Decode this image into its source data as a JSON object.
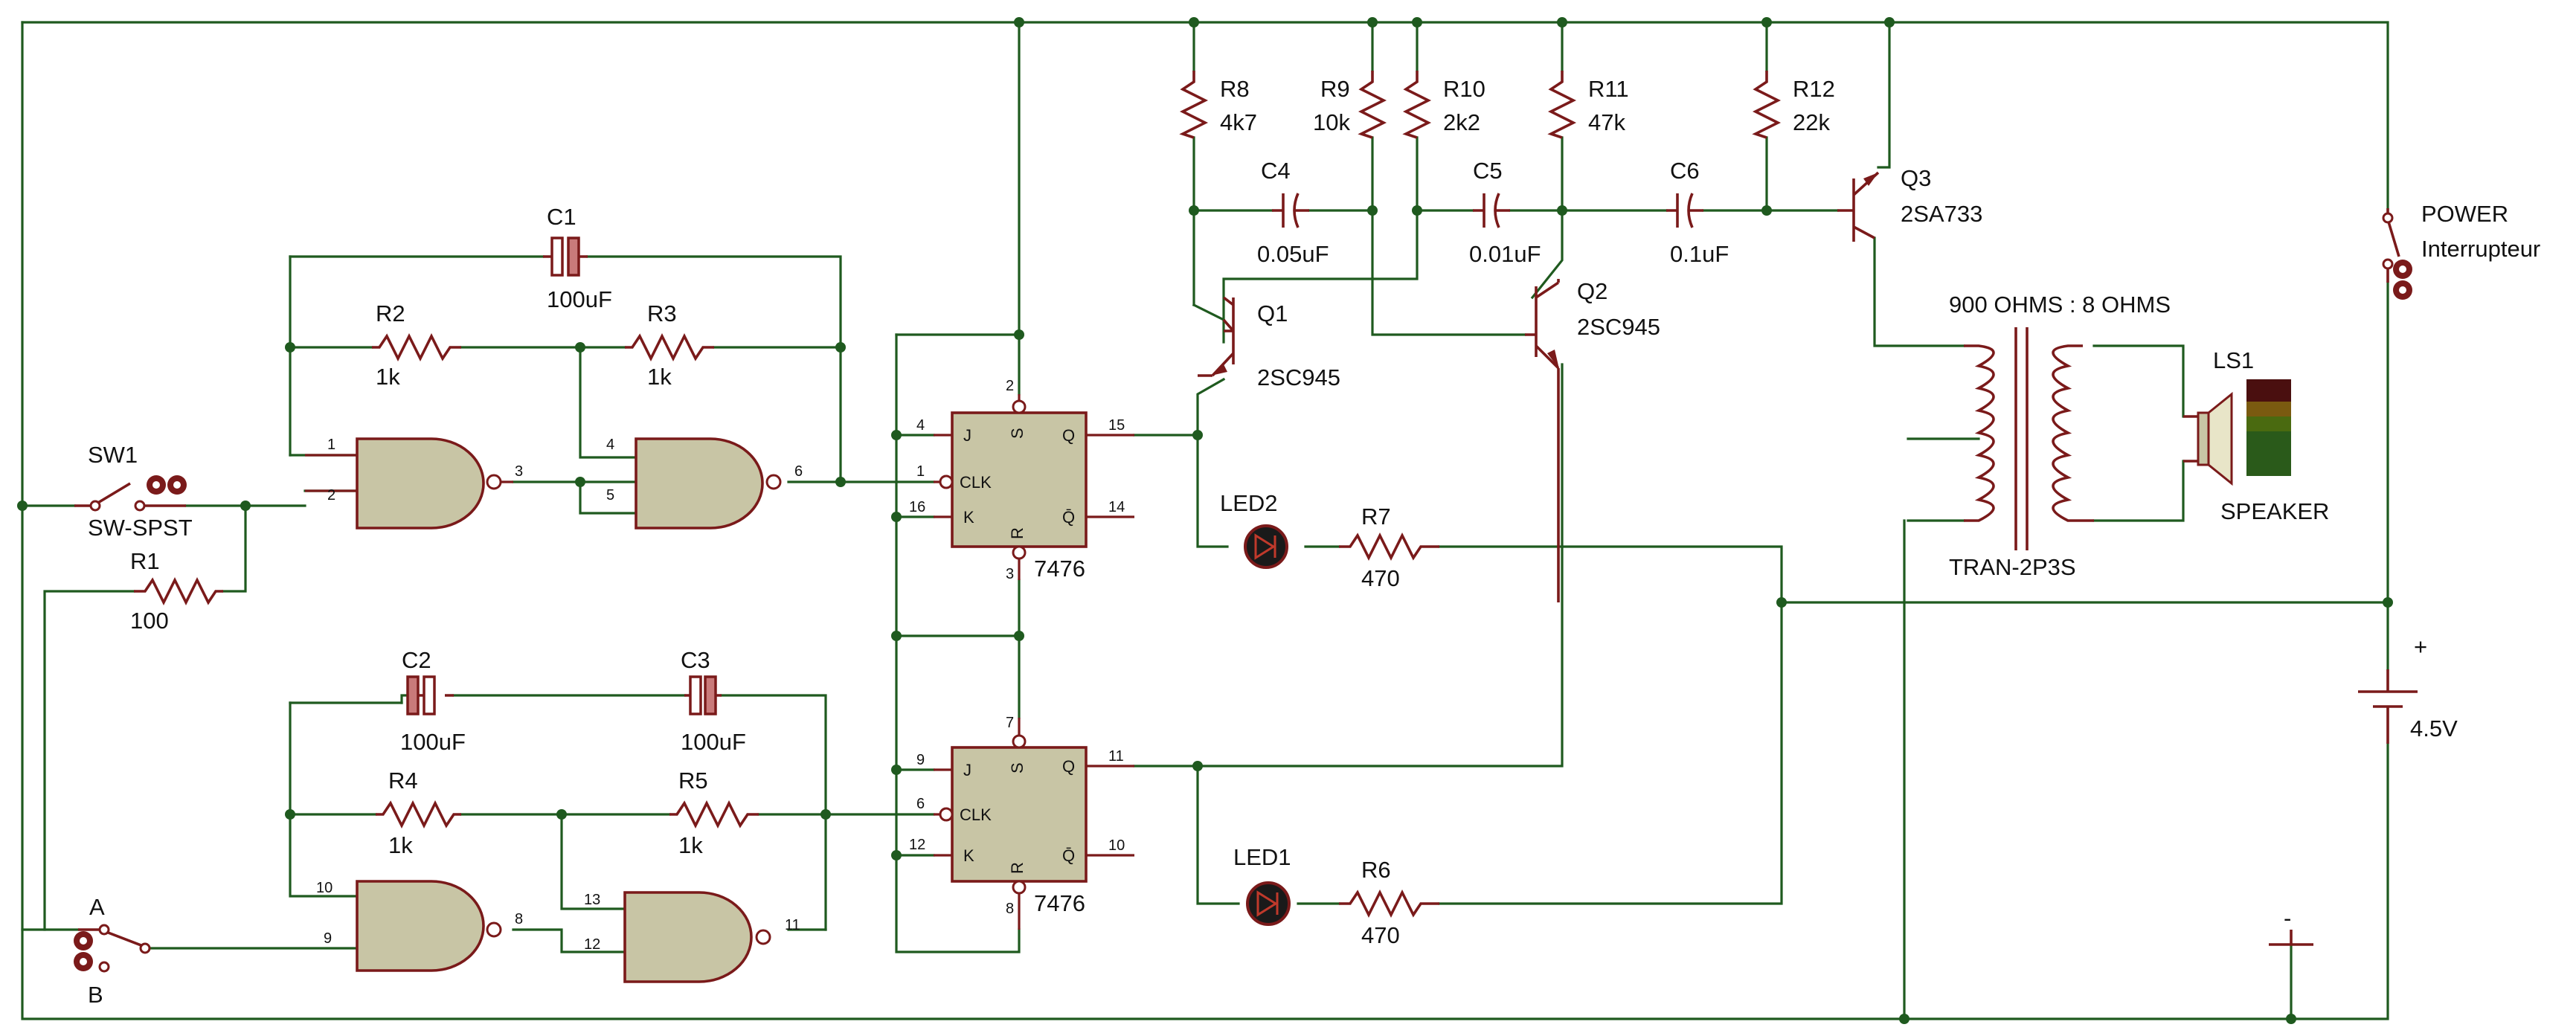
{
  "gates": {
    "u1": {
      "in1": "1",
      "in2": "2",
      "out": "3"
    },
    "u2": {
      "in1": "4",
      "in2": "5",
      "out": "6"
    },
    "u3": {
      "in1": "10",
      "in2": "9",
      "out": "8"
    },
    "u4": {
      "in1": "13",
      "in2": "12",
      "out": "11"
    }
  },
  "ic_top": {
    "name": "7476",
    "j": "J",
    "clk": "CLK",
    "k": "K",
    "s": "S",
    "r": "R",
    "q": "Q",
    "qn": "Q̄",
    "p_j": "4",
    "p_clk": "1",
    "p_k": "16",
    "p_s": "2",
    "p_r": "3",
    "p_q": "15",
    "p_qn": "14"
  },
  "ic_bot": {
    "name": "7476",
    "j": "J",
    "clk": "CLK",
    "k": "K",
    "s": "S",
    "r": "R",
    "q": "Q",
    "qn": "Q̄",
    "p_j": "9",
    "p_clk": "6",
    "p_k": "12",
    "p_s": "7",
    "p_r": "8",
    "p_q": "11",
    "p_qn": "10"
  },
  "labels": {
    "c1": "C1",
    "c1v": "100uF",
    "c2": "C2",
    "c2v": "100uF",
    "c3": "C3",
    "c3v": "100uF",
    "c4": "C4",
    "c4v": "0.05uF",
    "c5": "C5",
    "c5v": "0.01uF",
    "c6": "C6",
    "c6v": "0.1uF",
    "r1": "R1",
    "r1v": "100",
    "r2": "R2",
    "r2v": "1k",
    "r3": "R3",
    "r3v": "1k",
    "r4": "R4",
    "r4v": "1k",
    "r5": "R5",
    "r5v": "1k",
    "r6": "R6",
    "r6v": "470",
    "r7": "R7",
    "r7v": "470",
    "r8": "R8",
    "r8v": "4k7",
    "r9": "R9",
    "r9v": "10k",
    "r10": "R10",
    "r10v": "2k2",
    "r11": "R11",
    "r11v": "47k",
    "r12": "R12",
    "r12v": "22k",
    "q1": "Q1",
    "q1v": "2SC945",
    "q2": "Q2",
    "q2v": "2SC945",
    "q3": "Q3",
    "q3v": "2SA733",
    "led1": "LED1",
    "led2": "LED2",
    "sw1": "SW1",
    "sw1v": "SW-SPST",
    "swa": "A",
    "swb": "B",
    "power": "POWER",
    "power2": "Interrupteur",
    "trans_ratio": "900 OHMS : 8 OHMS",
    "trans": "TRAN-2P3S",
    "ls1": "LS1",
    "ls1v": "SPEAKER",
    "bat_plus": "+",
    "bat_v": "4.5V",
    "gnd_minus": "-"
  },
  "colors": {
    "wire": "#1f5a1f",
    "part": "#7a1a1a",
    "body": "#c8c5a5",
    "led": "#1a1a1a"
  }
}
